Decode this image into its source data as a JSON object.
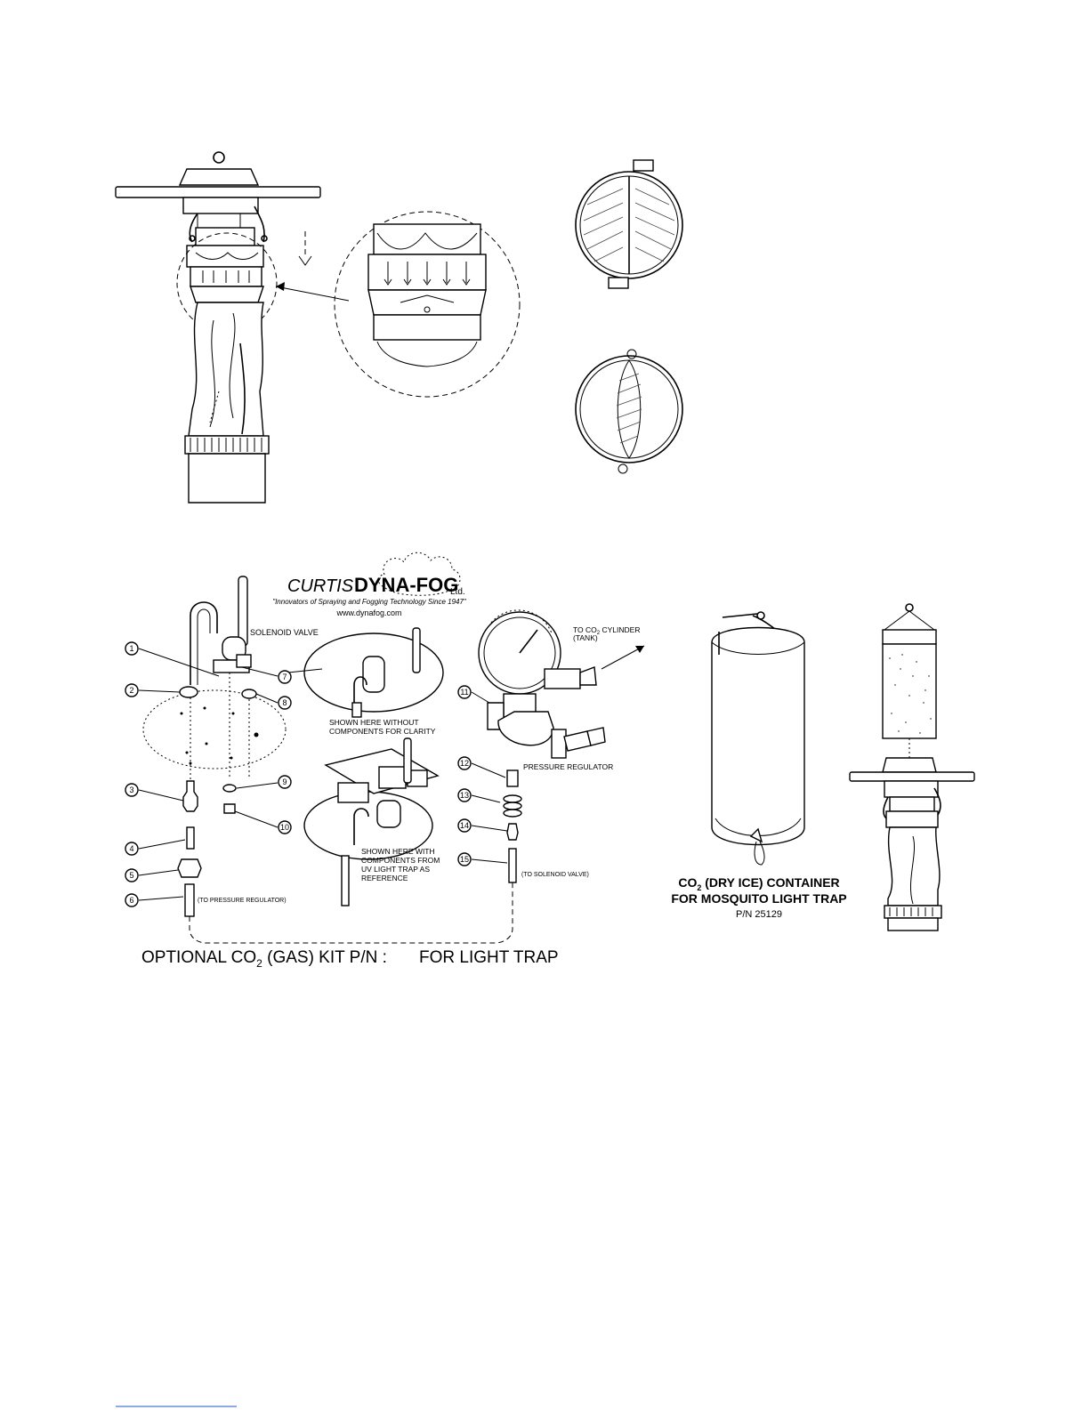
{
  "logo": {
    "brand_italic": "CURTIS",
    "brand_bold": "DYNA-FOG",
    "brand_suffix": "Ltd.",
    "tagline": "\"Innovators of Spraying and Fogging Technology Since 1947\"",
    "website": "www.dynafog.com"
  },
  "labels": {
    "solenoid_valve": "SOLENOID VALVE",
    "to_co2_line1_pre": "TO CO",
    "to_co2_sub": "2",
    "to_co2_line1_post": " CYLINDER",
    "to_co2_line2": "(TANK)",
    "shown_without_1": "SHOWN HERE WITHOUT",
    "shown_without_2": "COMPONENTS FOR CLARITY",
    "pressure_regulator": "PRESSURE REGULATOR",
    "shown_with_1": "SHOWN HERE WITH",
    "shown_with_2": "COMPONENTS FROM",
    "shown_with_3": "UV LIGHT TRAP AS",
    "shown_with_4": "REFERENCE",
    "to_solenoid": "(TO SOLENOID VALVE)",
    "to_regulator": "(TO PRESSURE REGULATOR)"
  },
  "kit_title": {
    "pre": "OPTIONAL CO",
    "sub": "2",
    "mid": " (GAS) KIT P/N :",
    "post": "FOR LIGHT TRAP"
  },
  "container_caption": {
    "line1_pre": "CO",
    "line1_sub": "2",
    "line1_post": " (DRY ICE) CONTAINER",
    "line2": "FOR MOSQUITO LIGHT TRAP",
    "line3": "P/N 25129"
  },
  "callouts": [
    "1",
    "2",
    "3",
    "4",
    "5",
    "6",
    "7",
    "8",
    "9",
    "10",
    "11",
    "12",
    "13",
    "14",
    "15"
  ],
  "colors": {
    "ink": "#000000",
    "paper": "#ffffff",
    "hatch": "#444444"
  }
}
